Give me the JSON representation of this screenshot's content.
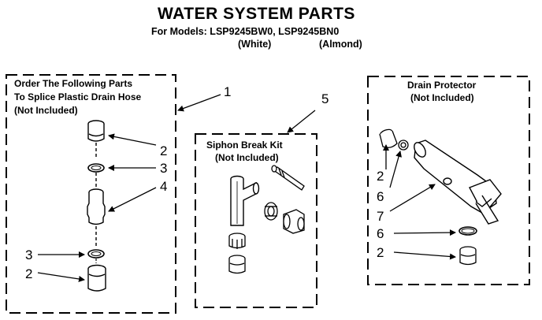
{
  "header": {
    "title": "WATER SYSTEM PARTS",
    "models_line": "For Models:  LSP9245BW0, LSP9245BN0",
    "variant_white": "(White)",
    "variant_almond": "(Almond)"
  },
  "panels": {
    "splice": {
      "line1": "Order The Following Parts",
      "line2": "To Splice Plastic Drain Hose",
      "line3": "(Not Included)"
    },
    "siphon": {
      "line1": "Siphon Break Kit",
      "line2": "(Not Included)"
    },
    "drain": {
      "line1": "Drain Protector",
      "line2": "(Not Included)"
    }
  },
  "callouts": {
    "splice_ref": "1",
    "siphon_ref": "5",
    "left": [
      "2",
      "3",
      "4",
      "3",
      "2"
    ],
    "right": [
      "2",
      "6",
      "7",
      "6",
      "2"
    ]
  }
}
